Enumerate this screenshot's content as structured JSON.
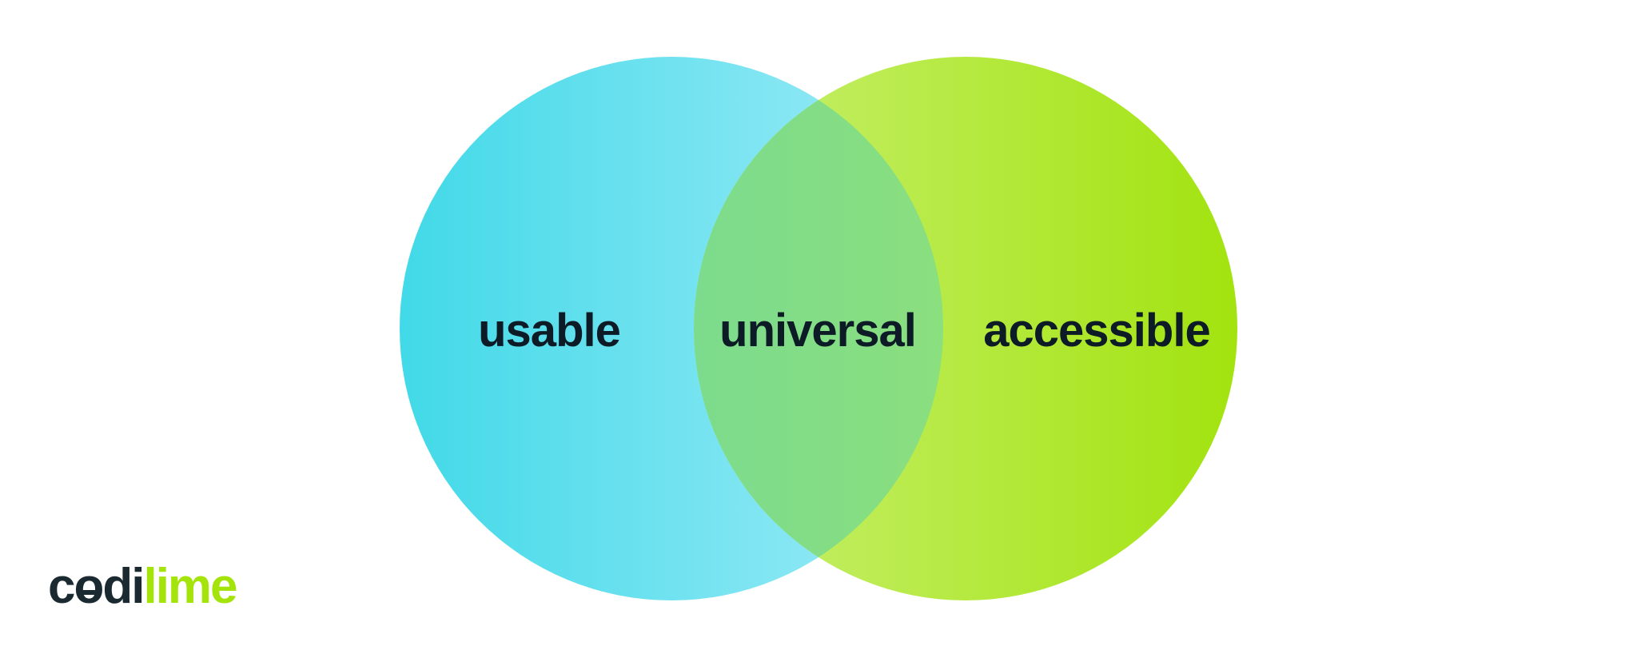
{
  "venn": {
    "sets": [
      {
        "label": "usable",
        "gradient": {
          "start": "#41d9e8",
          "end": "#a0ebf7"
        }
      },
      {
        "label": "accessible",
        "gradient": {
          "start": "#c9f073",
          "end": "#a2e30f"
        }
      }
    ],
    "intersection": {
      "label": "universal",
      "gradient": {
        "start": "#7cdb8d",
        "end": "#8adf7e"
      }
    },
    "label_color": "#0d1b26"
  },
  "logo": {
    "part_c": "c",
    "part_o": "o",
    "part_di": "di",
    "part_lime": "lime",
    "dark_color": "#1a2a30",
    "accent_color": "#a4e40b"
  }
}
